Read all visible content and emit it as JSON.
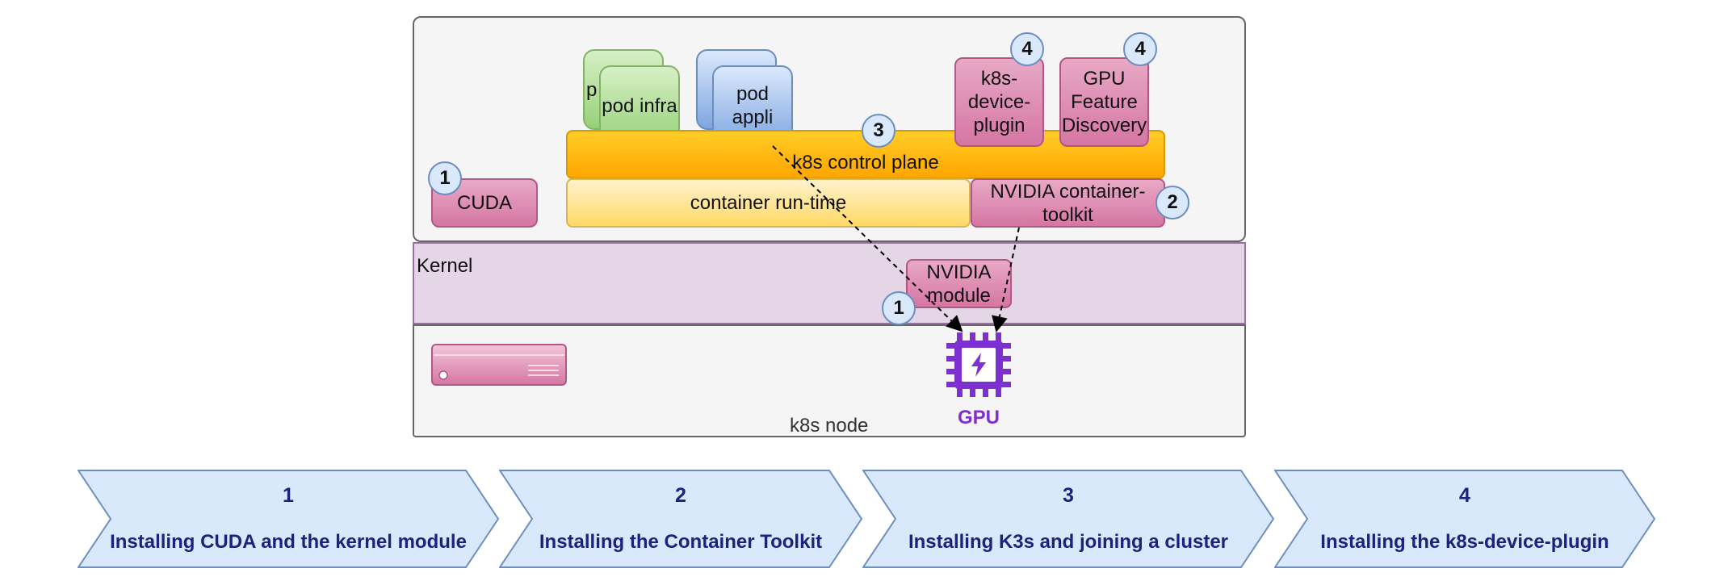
{
  "diagram": {
    "components": {
      "pod_infra_back": "p",
      "pod_infra": "pod infra",
      "pod_appli": "pod\nappli",
      "device_plugin": "k8s-\ndevice-\nplugin",
      "gfd": "GPU\nFeature\nDiscovery",
      "control_plane": "k8s control plane",
      "cuda": "CUDA",
      "runtime": "container run-time",
      "toolkit": "NVIDIA container-\ntoolkit",
      "kernel": "Kernel",
      "nvidia_module": "NVIDIA\nmodule",
      "node": "k8s node",
      "gpu": "GPU"
    },
    "badges": {
      "cuda": "1",
      "toolkit": "2",
      "control_plane": "3",
      "device_plugin": "4",
      "gfd": "4",
      "module": "1"
    },
    "colors": {
      "gpu_accent": "#7d2fd0",
      "step_fill": "#dae8fc",
      "step_border": "#6c8ebf",
      "step_text": "#1a237e"
    }
  },
  "steps": [
    {
      "number": "1",
      "title": "Installing CUDA and the kernel module"
    },
    {
      "number": "2",
      "title": "Installing the Container Toolkit"
    },
    {
      "number": "3",
      "title": "Installing K3s and joining a cluster"
    },
    {
      "number": "4",
      "title": "Installing the k8s-device-plugin"
    }
  ]
}
